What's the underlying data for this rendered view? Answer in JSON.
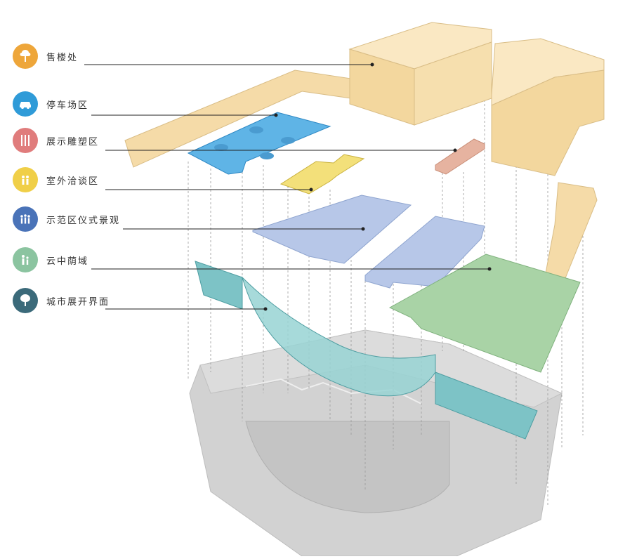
{
  "legend": [
    {
      "label": "售楼处",
      "color": "#eea63a",
      "icon": "tree-icon",
      "layer": "sales-office"
    },
    {
      "label": "停车场区",
      "color": "#2f9bd8",
      "icon": "car-icon",
      "layer": "parking"
    },
    {
      "label": "展示雕塑区",
      "color": "#e07c7c",
      "icon": "sculpture-icon",
      "layer": "sculpture"
    },
    {
      "label": "室外洽谈区",
      "color": "#f0cf48",
      "icon": "people-icon",
      "layer": "outdoor-talk"
    },
    {
      "label": "示范区仪式景观",
      "color": "#4a73b8",
      "icon": "people-group-icon",
      "layer": "ceremony"
    },
    {
      "label": "云中荫域",
      "color": "#8bc4a0",
      "icon": "family-icon",
      "layer": "cloud-shade"
    },
    {
      "label": "城市展开界面",
      "color": "#3b6a7a",
      "icon": "big-tree-icon",
      "layer": "city-interface"
    }
  ],
  "colors": {
    "building": "#f5dba8",
    "parking": "#63b7e8",
    "sculpture": "#e6b3a0",
    "outdoor": "#f3e07a",
    "ceremony": "#b7c7e8",
    "green": "#a9d3a6",
    "glass": "#98d3d3",
    "ground": "#cfcfcf",
    "leader": "#222222",
    "dashed": "#999999"
  }
}
